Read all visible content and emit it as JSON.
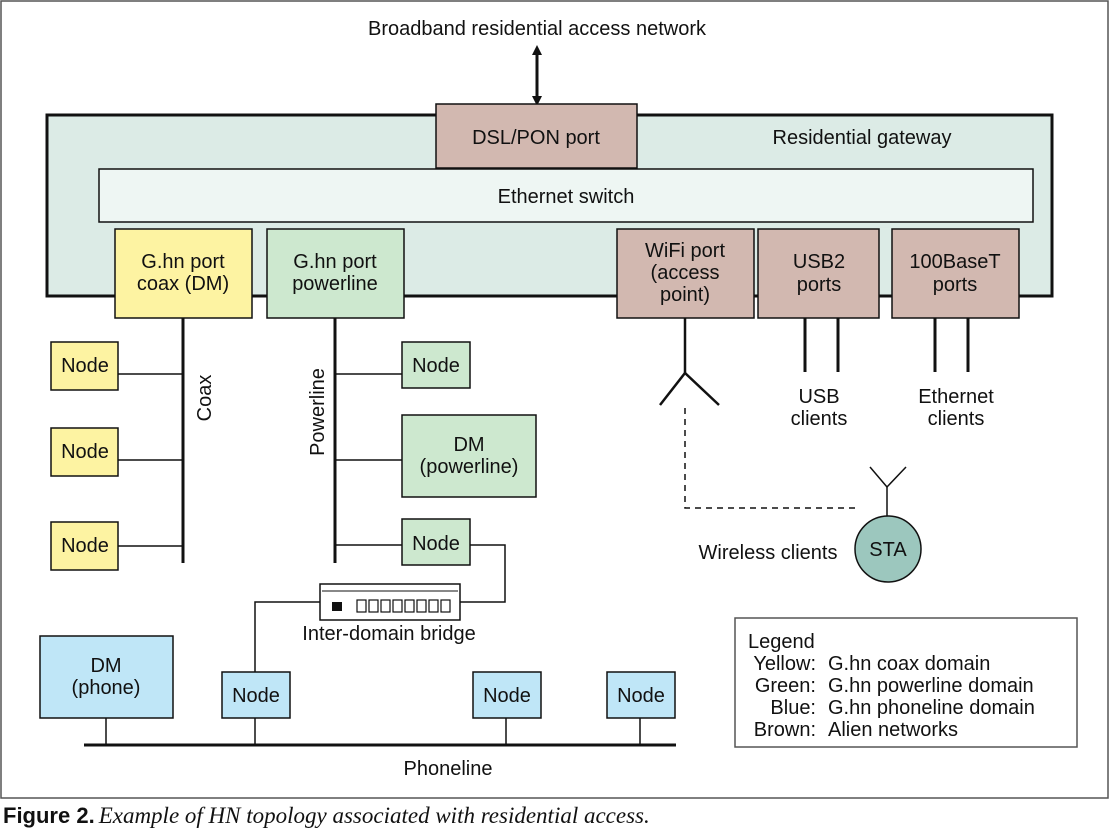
{
  "colors": {
    "coax": "#fdf3a2",
    "powerline": "#cde8cf",
    "phoneline": "#bfe6f7",
    "alien": "#d2b8b0",
    "gateway_bg": "#dcebe6",
    "switch_bg": "#eef6f3",
    "sta": "#9cc7be"
  },
  "top_label": "Broadband residential access network",
  "gateway": {
    "label": "Residential gateway",
    "dsl_port": "DSL/PON port",
    "ethernet_switch": "Ethernet switch"
  },
  "ports": {
    "coax": [
      "G.hn port",
      "coax (DM)"
    ],
    "powerline": [
      "G.hn port",
      "powerline"
    ],
    "wifi": [
      "WiFi port",
      "(access",
      "point)"
    ],
    "usb": [
      "USB2",
      "ports"
    ],
    "eth": [
      "100BaseT",
      "ports"
    ]
  },
  "coax_domain": {
    "line_label": "Coax",
    "nodes": [
      "Node",
      "Node",
      "Node"
    ]
  },
  "powerline_domain": {
    "line_label": "Powerline",
    "node1": "Node",
    "dm": [
      "DM",
      "(powerline)"
    ],
    "node2": "Node"
  },
  "bridge": {
    "label": "Inter-domain bridge"
  },
  "phoneline_domain": {
    "dm": [
      "DM",
      "(phone)"
    ],
    "nodes": [
      "Node",
      "Node",
      "Node"
    ],
    "line_label": "Phoneline"
  },
  "usb_clients": [
    "USB",
    "clients"
  ],
  "ethernet_clients": [
    "Ethernet",
    "clients"
  ],
  "wireless": {
    "label": "Wireless clients",
    "sta": "STA"
  },
  "legend": {
    "title": "Legend",
    "entries": [
      {
        "key": "Yellow:",
        "value": "G.hn coax domain"
      },
      {
        "key": "Green:",
        "value": "G.hn powerline domain"
      },
      {
        "key": "Blue:",
        "value": "G.hn phoneline domain"
      },
      {
        "key": "Brown:",
        "value": "Alien networks"
      }
    ]
  },
  "caption": {
    "label": "Figure 2.",
    "text": "Example of HN topology associated with residential access."
  }
}
